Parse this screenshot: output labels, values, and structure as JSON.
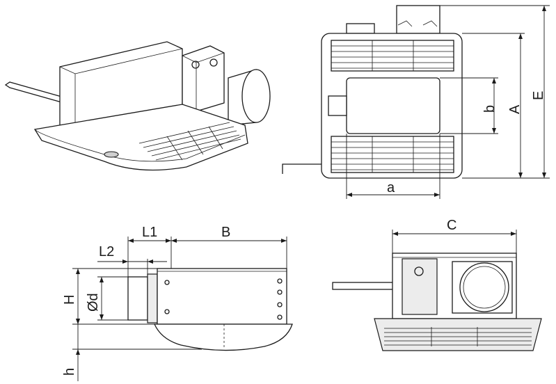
{
  "labels": {
    "A": "A",
    "E": "E",
    "a": "a",
    "b": "b",
    "C": "C",
    "B": "B",
    "L1": "L1",
    "L2": "L2",
    "H": "H",
    "d": "Ød",
    "h": "h"
  }
}
